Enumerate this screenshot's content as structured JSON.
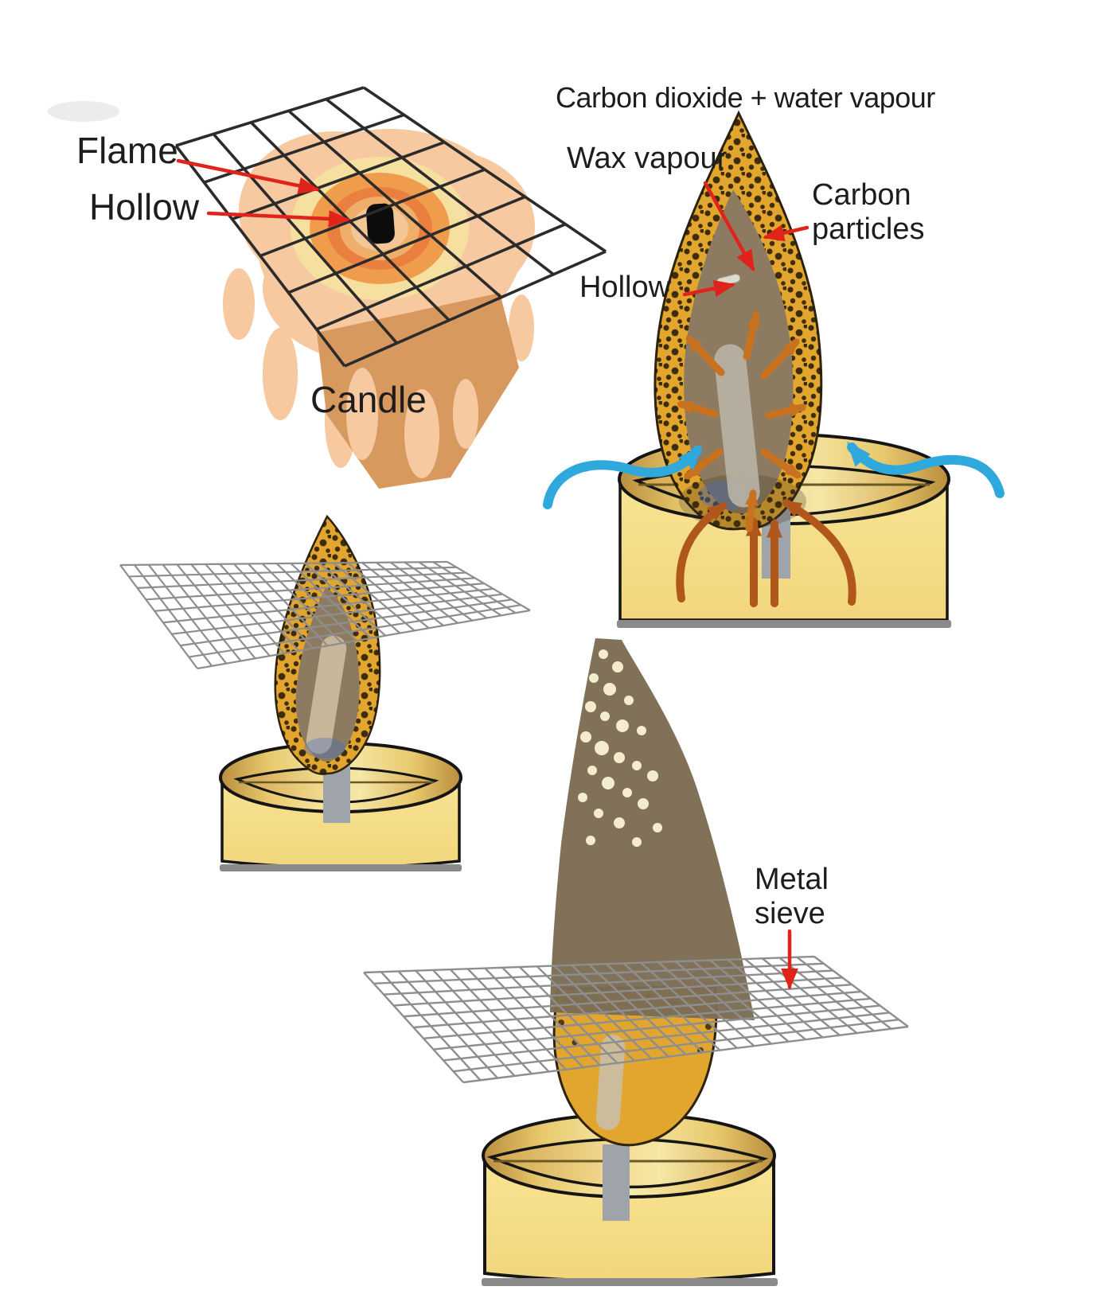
{
  "figure": {
    "type": "science-diagram",
    "topic": "Structure of a candle flame and metal sieve experiments"
  },
  "labels": {
    "flame": "Flame",
    "hollow_top": "Hollow",
    "candle": "Candle",
    "co2_title": "Carbon dioxide + water vapour",
    "wax_vapour": "Wax vapour",
    "carbon_particles": "Carbon particles",
    "hollow_flame": "Hollow",
    "metal_sieve": "Metal sieve"
  },
  "colors": {
    "label_text": "#1d1d1d",
    "arrow_red": "#E0231B",
    "flame_outer_gold": "#E2A62F",
    "flame_inner_brown": "#8C7B60",
    "speckle_black": "#201807",
    "smoke_brown": "#7D6C54",
    "smoke_dot_cream": "#F4ECCF",
    "cup_yellow": "#F7E18F",
    "rim_gold_dark": "#B98E3E",
    "pool_gold": "#EFD17C",
    "wick_grey": "#9FA3AA",
    "mesh_grey": "#8E8E8E",
    "grid_black": "#2B2B2B",
    "air_blue": "#2FA8DC",
    "heat_orange": "#C8711F",
    "wax_flow_rust": "#B0571C",
    "candle_peach": "#F6C9A0",
    "candle_tan": "#D8995F"
  }
}
